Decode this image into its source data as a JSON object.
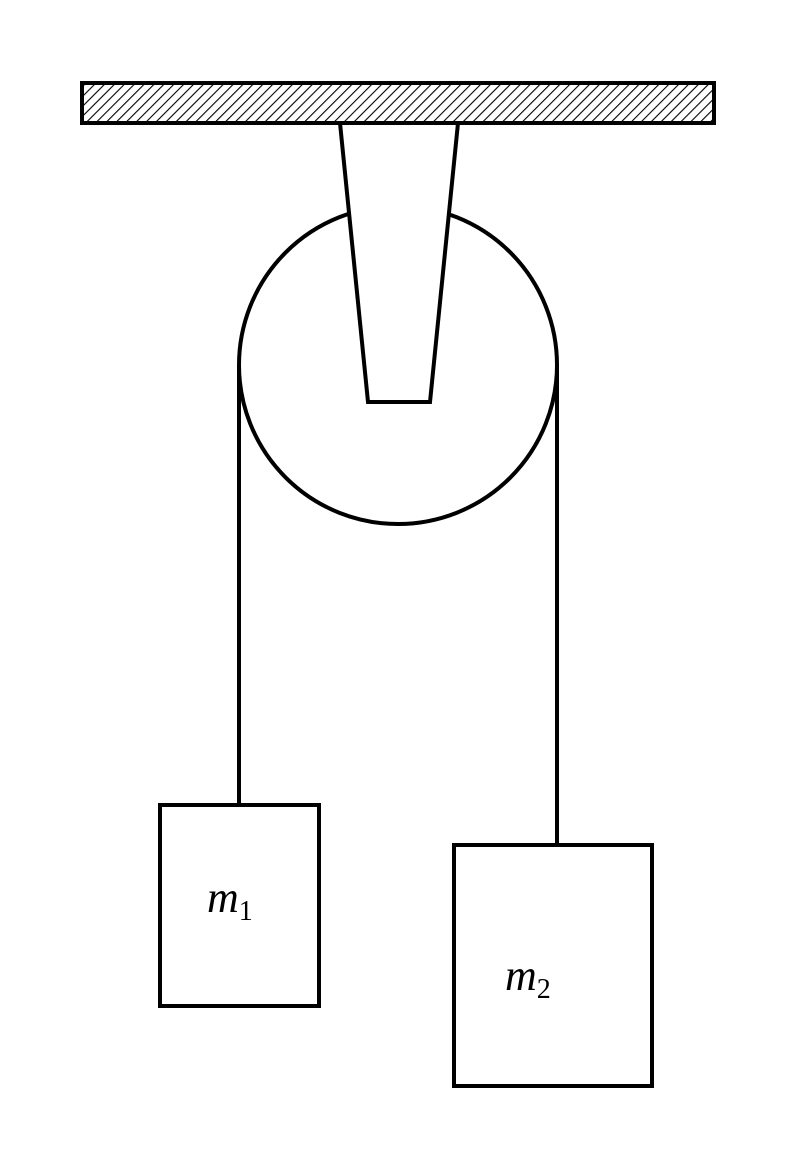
{
  "labels": {
    "mass_1": {
      "symbol": "m",
      "subscript": "1"
    },
    "mass_2": {
      "symbol": "m",
      "subscript": "2"
    }
  },
  "colors": {
    "stroke": "#000000",
    "fill": "#ffffff",
    "hatch": "#000000"
  }
}
